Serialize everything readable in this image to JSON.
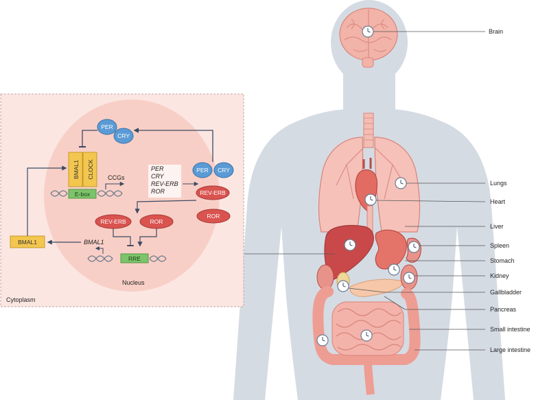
{
  "cell_diagram": {
    "cytoplasm_label": "Cytoplasm",
    "nucleus_label": "Nucleus",
    "per_label": "PER",
    "cry_label": "CRY",
    "bmal1_label": "BMAL1",
    "clock_label": "CLOCK",
    "ebox_label": "E-box",
    "ccgs_label": "CCGs",
    "ccg_gene_list": [
      "PER",
      "CRY",
      "REV-ERB",
      "ROR"
    ],
    "rev_erb_label": "REV-ERB",
    "ror_label": "ROR",
    "rre_label": "RRE",
    "bmal1_gene_label": "BMAL1",
    "bmal1_protein_label": "BMAL1"
  },
  "organ_labels": [
    "Brain",
    "Lungs",
    "Heart",
    "Liver",
    "Spleen",
    "Stomach",
    "Kidney",
    "Gallbladder",
    "Pancreas",
    "Small intestine",
    "Large intestine"
  ],
  "colors": {
    "body_silhouette": "#d5dbe3",
    "cytoplasm_fill": "#fbe6e2",
    "nucleus_fill": "#f8cfc6",
    "per_cry_blue": "#5b9bd5",
    "red_protein": "#d9534f",
    "yellow_box": "#f3c64f",
    "green_box": "#7cc36b",
    "organ_pink": "#f1a9a0",
    "liver_red": "#c9494a"
  }
}
